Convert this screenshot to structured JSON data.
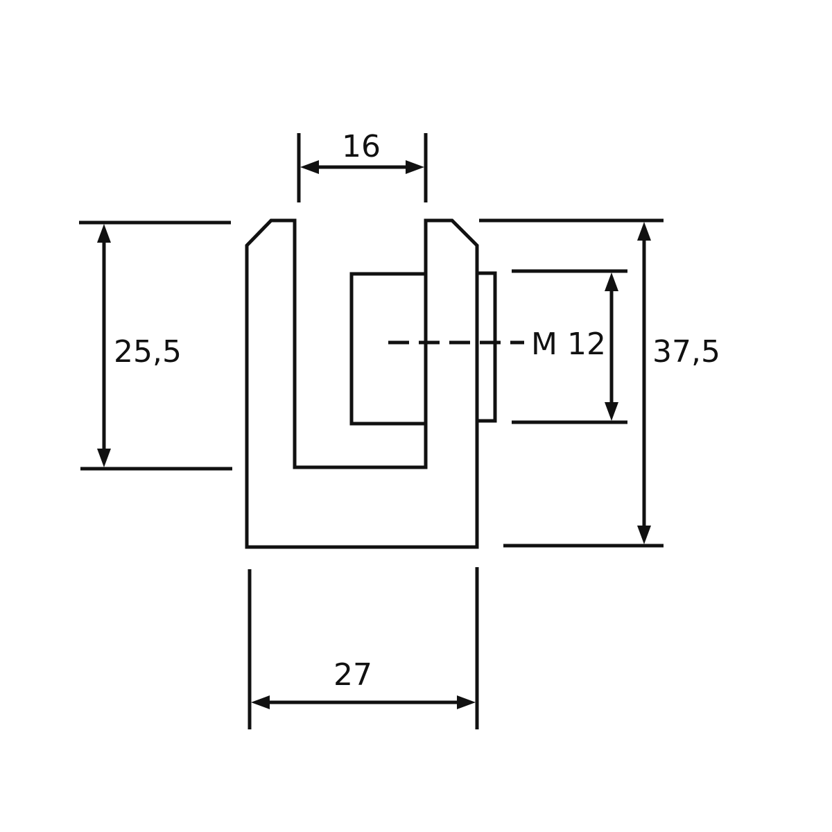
{
  "drawing": {
    "dimensions": {
      "slot_width": "16",
      "left_height": "25,5",
      "thread": "M 12",
      "total_height": "37,5",
      "total_width": "27"
    }
  }
}
